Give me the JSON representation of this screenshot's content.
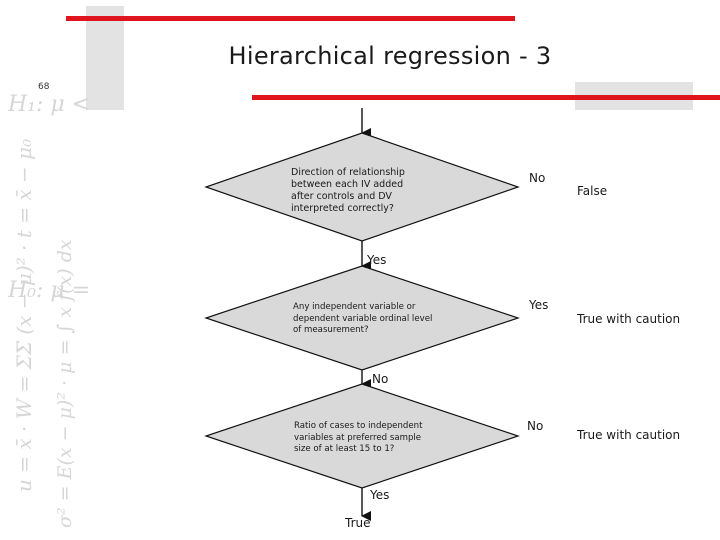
{
  "slide": {
    "title": "Hierarchical regression - 3",
    "number": "68"
  },
  "watermark": {
    "formula_1": "H₁: μ < 0",
    "formula_2": "u = x̄ · W = ΣΣ (x − μ)² · t = x̄ − μ₀",
    "formula_3": "H₀: μ = 0",
    "formula_4": "σ² = E(x − μ)² · μ = ∫ x f(x) dx"
  },
  "flowchart": {
    "decisions": [
      {
        "id": "decision-1",
        "text": "Direction of relationship between each IV added after controls and DV interpreted correctly?",
        "side_label": "No",
        "side_outcome": "False",
        "down_label": "Yes"
      },
      {
        "id": "decision-2",
        "text": "Any independent variable or dependent variable ordinal level of measurement?",
        "side_label": "Yes",
        "side_outcome": "True with caution",
        "down_label": "No"
      },
      {
        "id": "decision-3",
        "text": "Ratio of cases to independent variables at preferred sample size of at least 15 to 1?",
        "side_label": "No",
        "side_outcome": "True with caution",
        "down_label": "Yes"
      }
    ],
    "final_outcome": "True"
  },
  "colors": {
    "accent_red": "#e0141c",
    "diamond_fill": "#d9d9d9",
    "block_gray": "#e3e3e3"
  }
}
